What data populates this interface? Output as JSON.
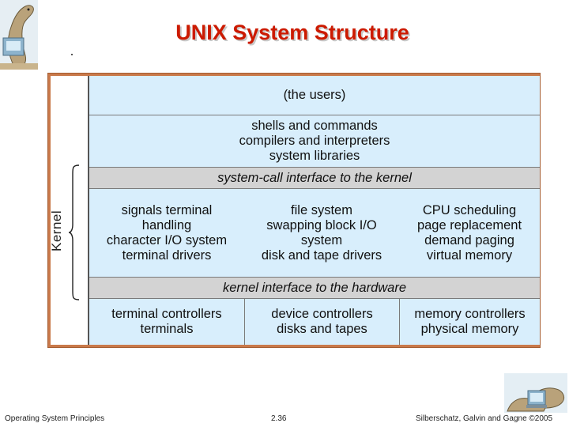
{
  "title": "UNIX System Structure",
  "side_label": "Kernel",
  "layers": {
    "users": "(the users)",
    "shells": [
      "shells and commands",
      "compilers and interpreters",
      "system libraries"
    ],
    "syscall": "system-call interface to the kernel",
    "kernel_columns": [
      [
        "signals terminal",
        "handling",
        "character I/O system",
        "terminal drivers"
      ],
      [
        "file system",
        "swapping block I/O",
        "system",
        "disk and tape drivers"
      ],
      [
        "CPU scheduling",
        "page replacement",
        "demand paging",
        "virtual memory"
      ]
    ],
    "hardware_interface": "kernel interface to the hardware",
    "hardware_columns": [
      [
        "terminal controllers",
        "terminals"
      ],
      [
        "device controllers",
        "disks and tapes"
      ],
      [
        "memory controllers",
        "physical memory"
      ]
    ]
  },
  "footer": {
    "left": "Operating System Principles",
    "center": "2.36",
    "right": "Silberschatz, Galvin and Gagne ©2005"
  },
  "colors": {
    "title": "#cc1a00",
    "frame": "#c9794a",
    "panel": "#d8eefc",
    "interface_band": "#d3d3d3"
  }
}
